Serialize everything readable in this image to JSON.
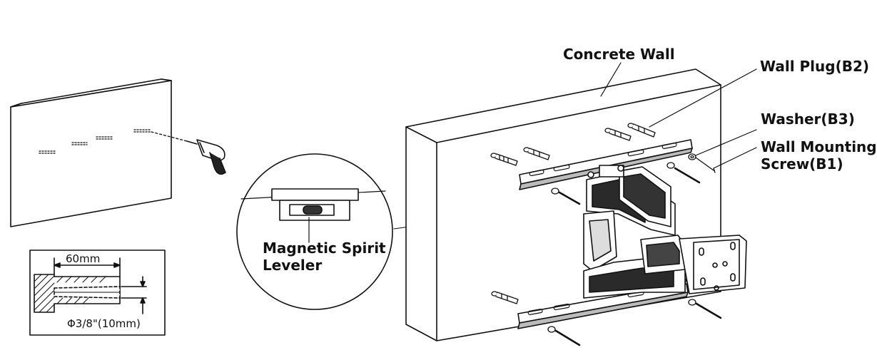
{
  "labels": {
    "concrete_wall": "Concrete Wall",
    "wall_plug": "Wall Plug(B2)",
    "washer": "Washer(B3)",
    "wall_mounting_screw_line1": "Wall Mounting",
    "wall_mounting_screw_line2": "Screw(B1)",
    "leveler_line1": "Magnetic Spirit",
    "leveler_line2": "Leveler",
    "depth_dimension": "60mm",
    "diameter_dimension": "Φ3/8\"(10mm)"
  }
}
